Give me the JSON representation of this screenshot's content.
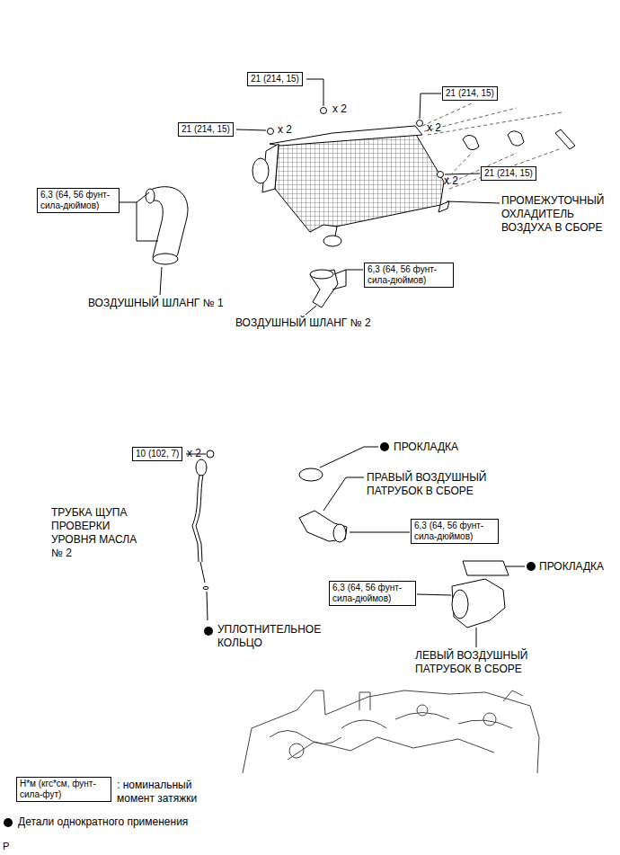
{
  "diagram": {
    "nodes": [
      {
        "text": [
          "21 (214, 15)"
        ]
      },
      {
        "text": [
          "21 (214, 15)"
        ]
      },
      {
        "text": [
          "21 (214, 15)"
        ]
      },
      {
        "text": [
          "21 (214, 15)"
        ]
      },
      {
        "text": [
          "6,3 (64, 56 фунт-сила-дюймов)"
        ]
      },
      {
        "text": [
          "6,3 (64, 56 фунт-сила-дюймов)"
        ]
      },
      {
        "text": [
          "10 (102, 7)"
        ]
      },
      {
        "text": [
          "6,3 (64, 56 фунт-сила-дюймов)"
        ]
      },
      {
        "text": [
          "6,3 (64, 56 фунт-сила-дюймов)"
        ]
      },
      {
        "text": [
          "Н*м (кгс*см, фунт-сила-фут)"
        ]
      }
    ],
    "labels": [
      "x 2",
      "x 2",
      "x 2",
      "x 2",
      "ПРОМЕЖУТОЧНЫЙ ОХЛАДИТЕЛЬ ВОЗДУХА В СБОРЕ",
      "ВОЗДУШНЫЙ ШЛАНГ № 1",
      "ВОЗДУШНЫЙ ШЛАНГ № 2",
      "x 2",
      "ПРОКЛАДКА",
      "ПРАВЫЙ ВОЗДУШНЫЙ ПАТРУБОК В СБОРЕ",
      "ТРУБКА ЩУПА ПРОВЕРКИ УРОВНЯ МАСЛА № 2",
      "ПРОКЛАДКА",
      "УПЛОТНИТЕЛЬНОЕ КОЛЬЦО",
      "ЛЕВЫЙ ВОЗДУШНЫЙ ПАТРУБОК В СБОРЕ",
      "P"
    ],
    "legend": [
      {
        "text": ": номинальный момент затяжки"
      },
      {
        "text": "Детали однократного применения"
      }
    ]
  }
}
